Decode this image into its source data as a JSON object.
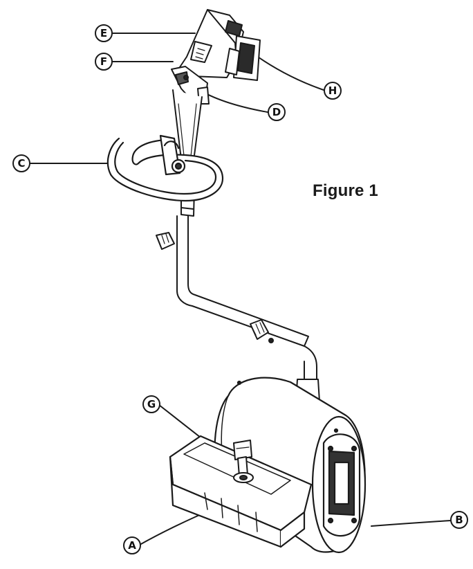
{
  "figure": {
    "title": "Figure 1"
  },
  "callouts": {
    "A": "A",
    "B": "B",
    "C": "C",
    "D": "D",
    "E": "E",
    "F": "F",
    "G": "G",
    "H": "H"
  },
  "colors": {
    "line": "#1a1a1a",
    "background": "#ffffff",
    "shade": "#555555"
  }
}
